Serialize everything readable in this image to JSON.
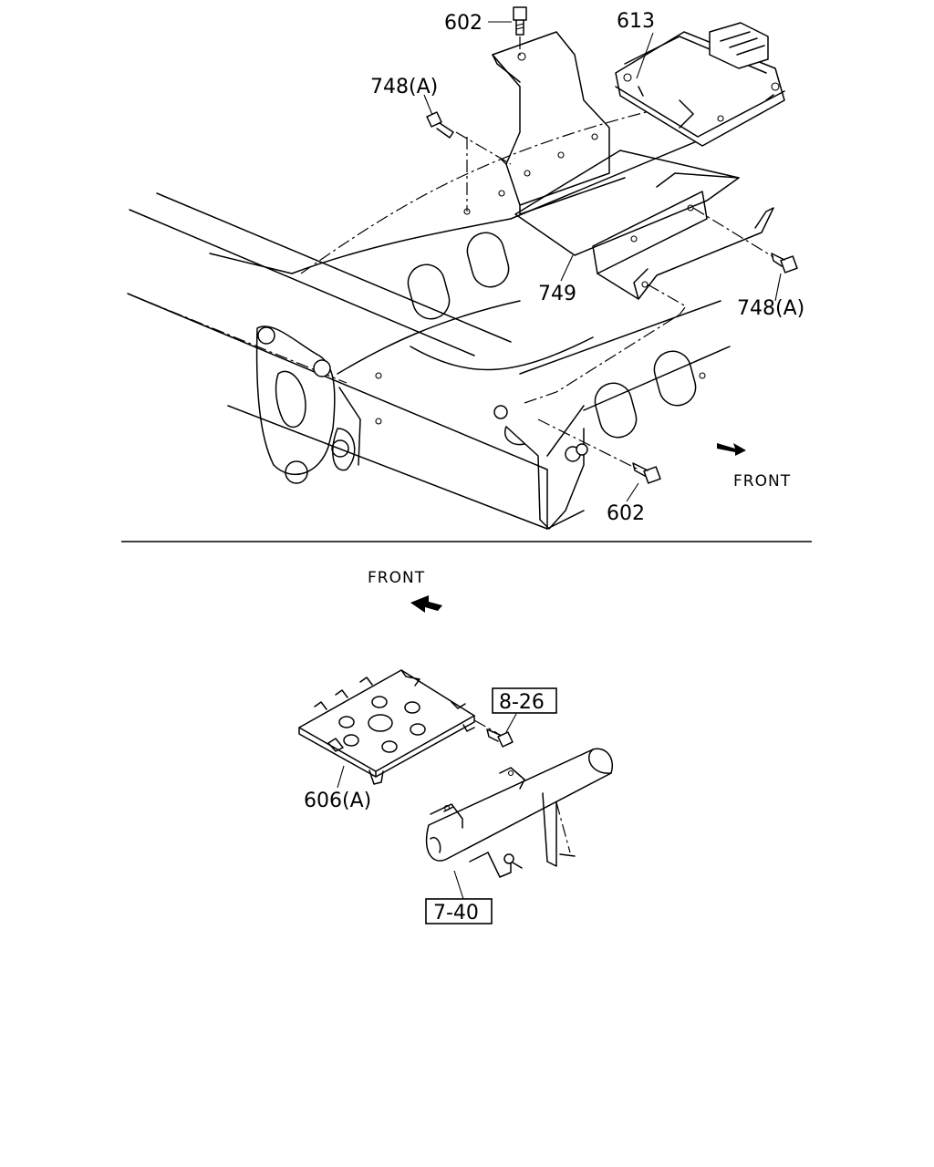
{
  "upper_view": {
    "callouts": {
      "bolt_top": "602",
      "ecu": "613",
      "bolt_left": "748(A)",
      "bracket": "749",
      "bolt_right": "748(A)",
      "bolt_bottom": "602"
    },
    "front_label": "FRONT"
  },
  "lower_view": {
    "front_label": "FRONT",
    "ref_bolt": "8-26",
    "plate": "606(A)",
    "ref_pipe": "7-40"
  }
}
